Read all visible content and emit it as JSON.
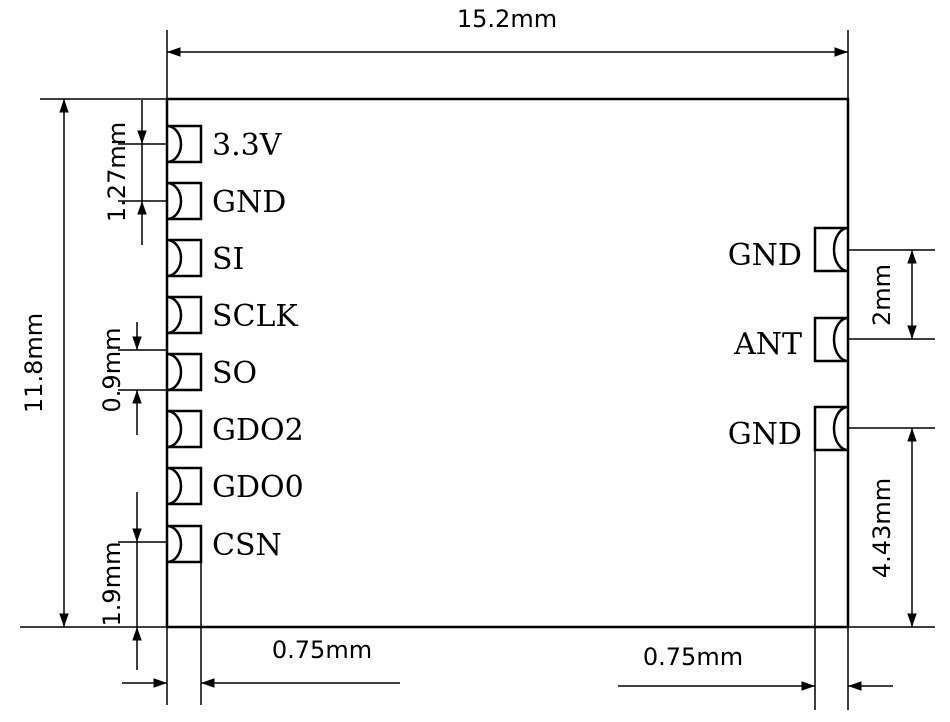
{
  "dimensions": {
    "width": "15.2mm",
    "height": "11.8mm",
    "pin_pitch_top": "1.27mm",
    "pin_pitch_mid": "0.9mm",
    "bottom_offset": "1.9mm",
    "left_pad_width": "0.75mm",
    "right_pad_width": "0.75mm",
    "ant_pitch": "2mm",
    "right_bottom_offset": "4.43mm"
  },
  "left_pins": [
    "3.3V",
    "GND",
    "SI",
    "SCLK",
    "SO",
    "GDO2",
    "GDO0",
    "CSN"
  ],
  "right_pins": [
    "GND",
    "ANT",
    "GND"
  ]
}
